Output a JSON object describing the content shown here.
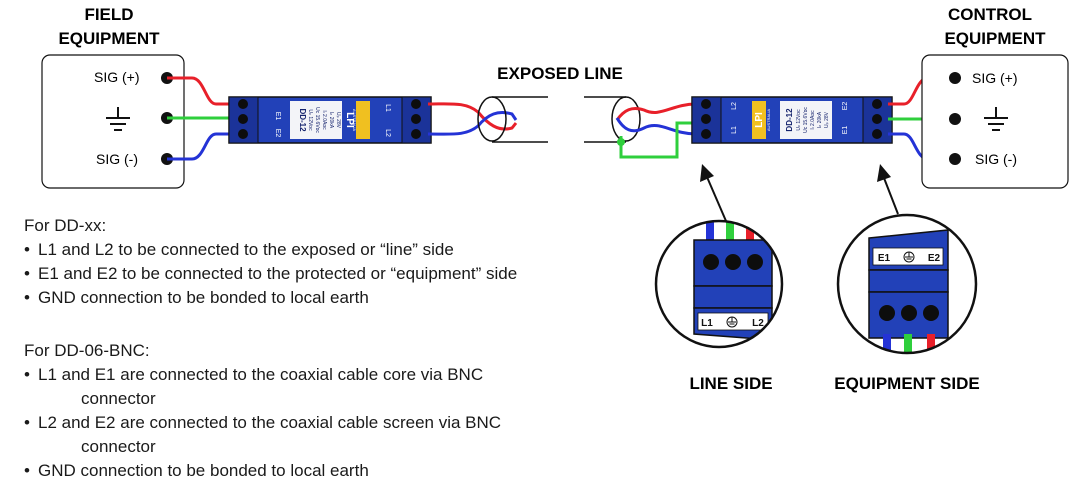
{
  "colors": {
    "signal_pos": "#e8202a",
    "earth": "#2fcf3c",
    "signal_neg": "#2433d6",
    "module_blue": "#2241b8",
    "module_dark": "#16246e",
    "outline": "#111111"
  },
  "field_equipment": {
    "title_line1": "FIELD",
    "title_line2": "EQUIPMENT",
    "sig_pos": "SIG (+)",
    "sig_neg": "SIG (-)",
    "ground_icon": "earth-ground-icon"
  },
  "control_equipment": {
    "title_line1": "CONTROL",
    "title_line2": "EQUIPMENT",
    "sig_pos": "SIG (+)",
    "sig_neg": "SIG (-)",
    "ground_icon": "earth-ground-icon"
  },
  "exposed_line": {
    "label": "EXPOSED LINE"
  },
  "modules": {
    "model": "DD-12",
    "brand": "LPI",
    "brand_sub": "AUSTRALIA",
    "specs": [
      "Uₙ 12Vᴅᴄ",
      "Uᴄ 15.6Vᴅᴄ",
      "Iₗ 2.0Aᴅᴄ",
      "Iₙ 20kA",
      "Uₚ 28V"
    ],
    "terminals": {
      "e1": "E1",
      "e2": "E2",
      "l1": "L1",
      "l2": "L2"
    }
  },
  "detail_views": {
    "line_side_label": "LINE SIDE",
    "equipment_side_label": "EQUIPMENT SIDE"
  },
  "notes": {
    "dd_xx": {
      "heading": "For DD-xx:",
      "items": [
        "L1 and L2 to be connected to the exposed or “line” side",
        "E1 and E2 to be connected to the protected or “equipment” side",
        "GND connection to be bonded to local earth"
      ]
    },
    "dd_06_bnc": {
      "heading": "For DD-06-BNC:",
      "items": [
        {
          "line1": "L1 and E1 are connected to the coaxial cable core via BNC",
          "line2": "connector"
        },
        {
          "line1": "L2 and E2 are connected to the coaxial cable screen via BNC",
          "line2": "connector"
        },
        {
          "line1": "GND connection to be bonded to local earth"
        }
      ]
    }
  }
}
